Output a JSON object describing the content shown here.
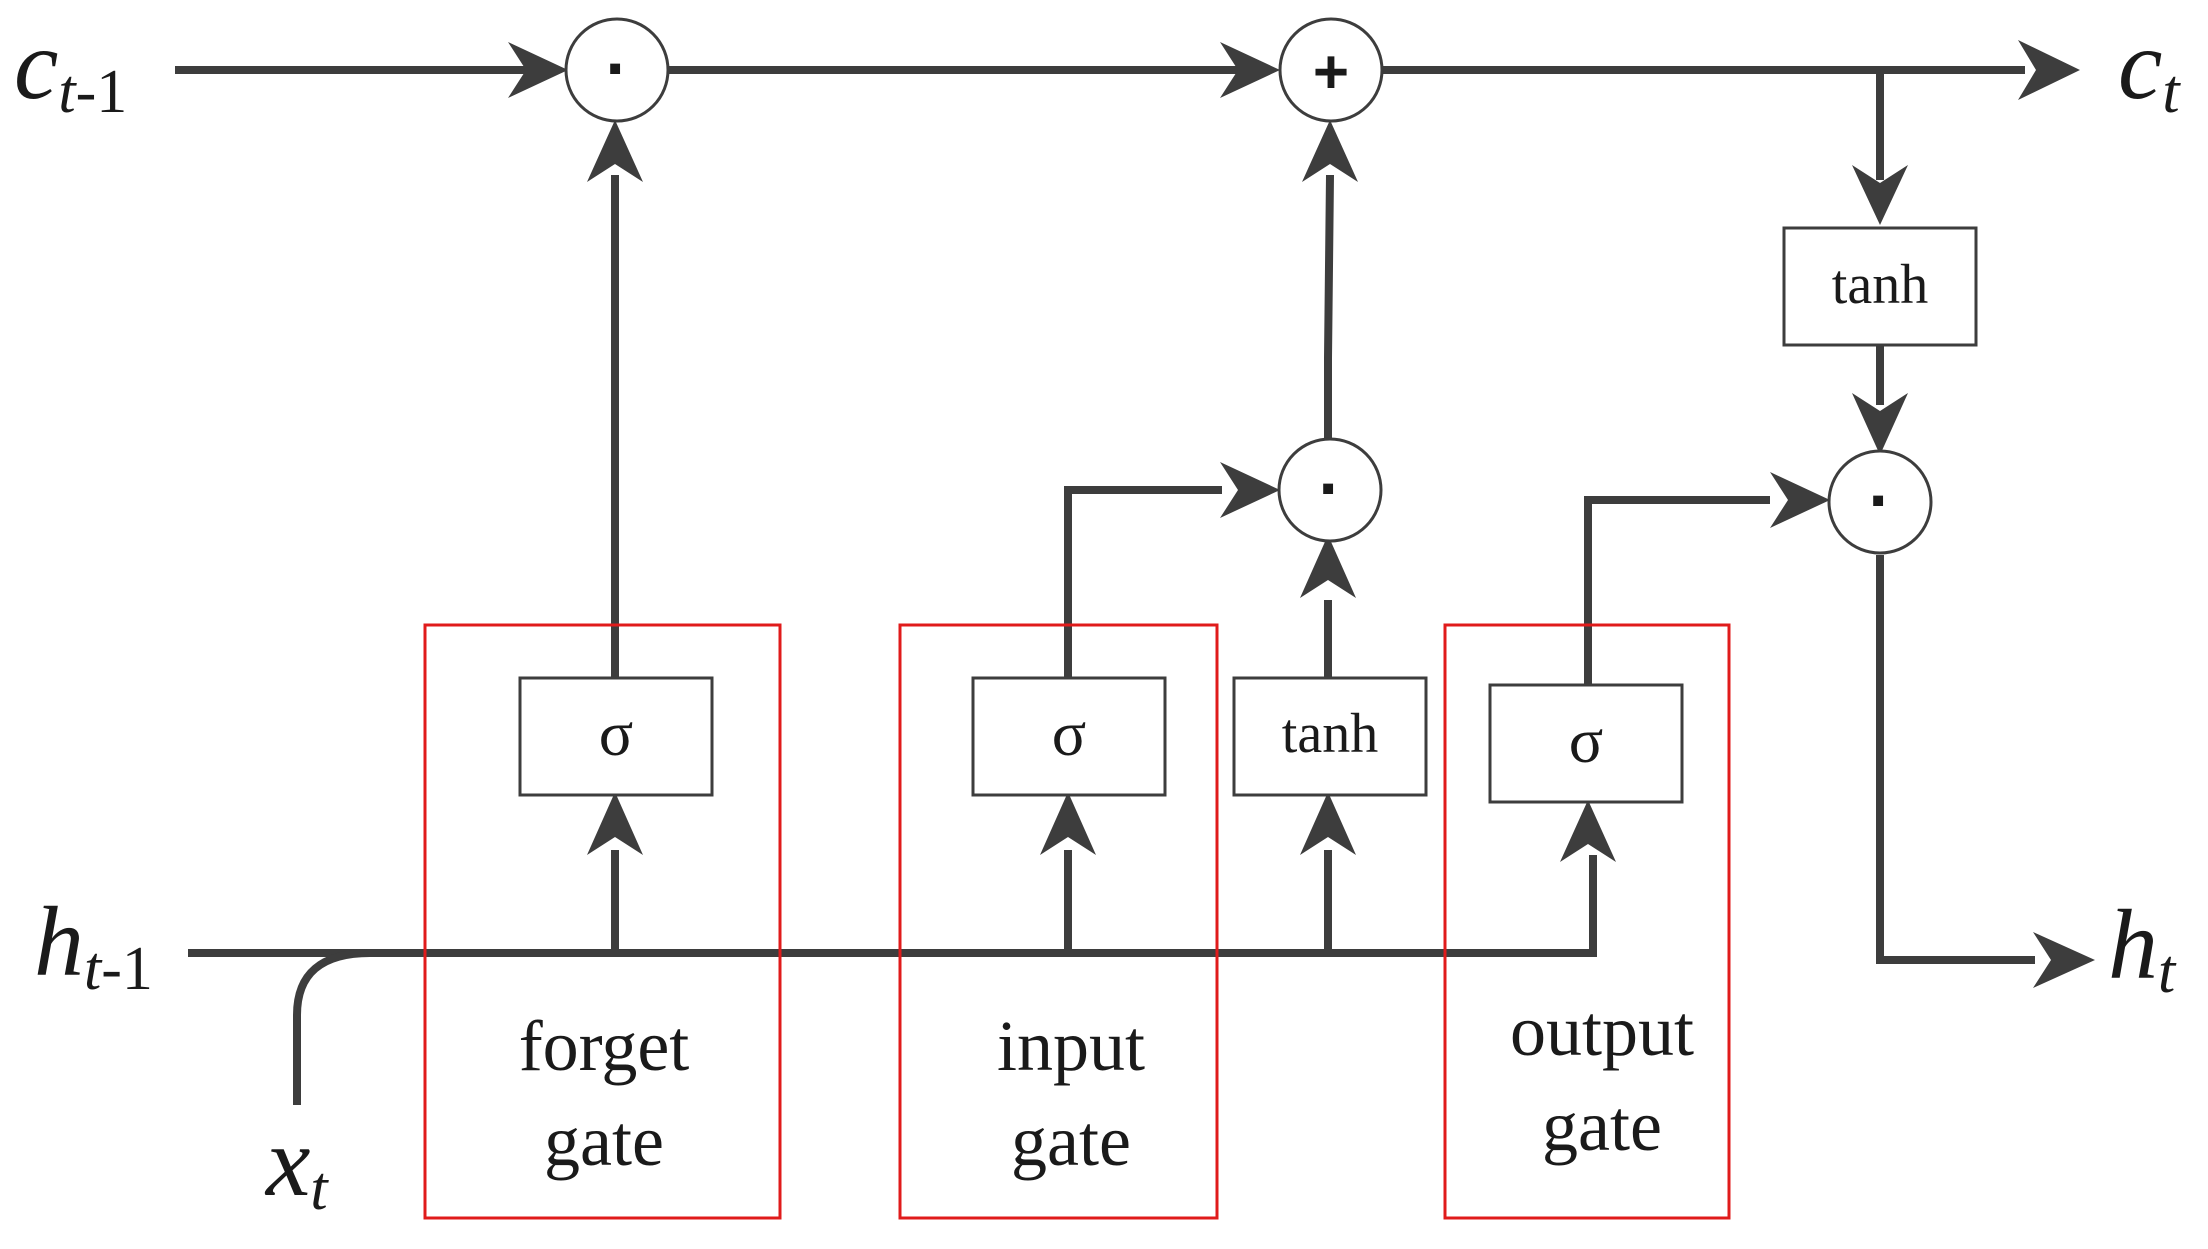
{
  "variables": {
    "c_prev": {
      "base": "c",
      "sub": "t",
      "sub_rest": "-1"
    },
    "c_next": {
      "base": "c",
      "sub": "t"
    },
    "h_prev": {
      "base": "h",
      "sub": "t",
      "sub_rest": "-1"
    },
    "h_next": {
      "base": "h",
      "sub": "t"
    },
    "x_in": {
      "base": "x",
      "sub": "t"
    }
  },
  "operators": {
    "forget_mul": "·",
    "cell_add": "+",
    "input_mul": "·",
    "output_mul": "·"
  },
  "blocks": {
    "forget_sigma": "σ",
    "input_sigma": "σ",
    "candidate_tanh": "tanh",
    "output_sigma": "σ",
    "cell_tanh": "tanh"
  },
  "gates": {
    "forget": {
      "line1": "forget",
      "line2": "gate"
    },
    "input": {
      "line1": "input",
      "line2": "gate"
    },
    "output": {
      "line1": "output",
      "line2": "gate"
    }
  },
  "colors": {
    "wire": "#3d3d3d",
    "gate_outline": "#e01b1b"
  }
}
